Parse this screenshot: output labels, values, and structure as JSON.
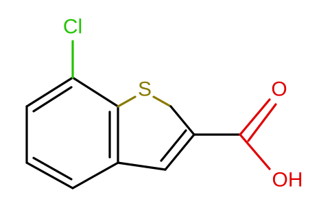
{
  "molecule": {
    "atoms": {
      "cl": {
        "symbol": "Cl",
        "color": "#22c400"
      },
      "s": {
        "symbol": "S",
        "color": "#8a7a00"
      },
      "o_carbonyl": {
        "symbol": "O",
        "color": "#e00000"
      },
      "o_hydroxyl": {
        "symbol": "OH",
        "color": "#e00000"
      }
    }
  }
}
